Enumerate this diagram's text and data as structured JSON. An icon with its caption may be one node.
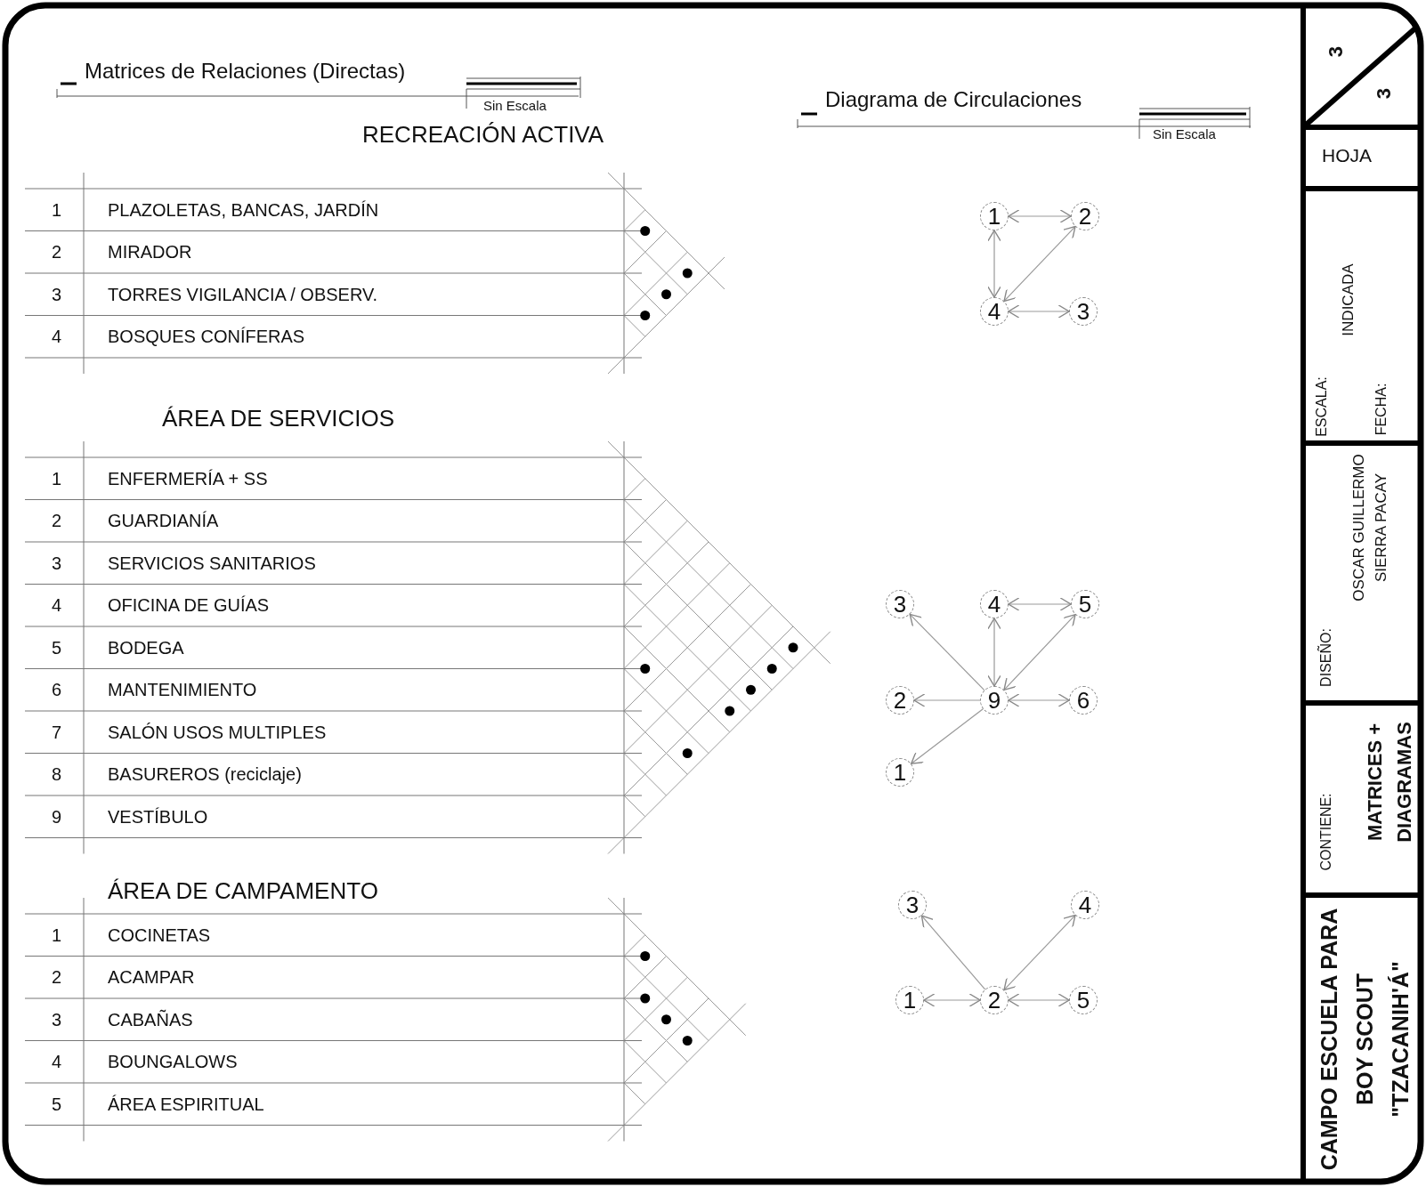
{
  "diagram": {
    "nodes": [
      {
        "text": [
          "1"
        ]
      },
      {
        "text": [
          "2"
        ]
      },
      {
        "text": [
          "4"
        ]
      },
      {
        "text": [
          "3"
        ]
      },
      {
        "text": [
          "3"
        ]
      },
      {
        "text": [
          "4"
        ]
      },
      {
        "text": [
          "5"
        ]
      },
      {
        "text": [
          "2"
        ]
      },
      {
        "text": [
          "9"
        ]
      },
      {
        "text": [
          "6"
        ]
      },
      {
        "text": [
          "1"
        ]
      },
      {
        "text": [
          "3"
        ]
      },
      {
        "text": [
          "4"
        ]
      },
      {
        "text": [
          "1"
        ]
      },
      {
        "text": [
          "2"
        ]
      },
      {
        "text": [
          "5"
        ]
      }
    ],
    "edges": [
      {
        "from": 0,
        "to": 1,
        "arrow": "both"
      },
      {
        "from": 0,
        "to": 2,
        "arrow": "both"
      },
      {
        "from": 1,
        "to": 2,
        "arrow": "both"
      },
      {
        "from": 2,
        "to": 3,
        "arrow": "both"
      },
      {
        "from": 5,
        "to": 6,
        "arrow": "both"
      },
      {
        "from": 8,
        "to": 5,
        "arrow": "both"
      },
      {
        "from": 8,
        "to": 6,
        "arrow": "both"
      },
      {
        "from": 8,
        "to": 9,
        "arrow": "both"
      },
      {
        "from": 8,
        "to": 4,
        "arrow": "to"
      },
      {
        "from": 8,
        "to": 7,
        "arrow": "to"
      },
      {
        "from": 8,
        "to": 10,
        "arrow": "to"
      },
      {
        "from": 14,
        "to": 11,
        "arrow": "to"
      },
      {
        "from": 14,
        "to": 12,
        "arrow": "both"
      },
      {
        "from": 13,
        "to": 14,
        "arrow": "both"
      },
      {
        "from": 14,
        "to": 15,
        "arrow": "both"
      }
    ],
    "labels": [
      "Matrices de Relaciones (Directas)",
      "Sin Escala",
      "Diagrama de Circulaciones",
      "Sin Escala",
      "RECREACIÓN ACTIVA",
      "1",
      "PLAZOLETAS, BANCAS, JARDÍN",
      "2",
      "MIRADOR",
      "3",
      "TORRES VIGILANCIA / OBSERV.",
      "4",
      "BOSQUES CONÍFERAS",
      "ÁREA DE SERVICIOS",
      "1",
      "ENFERMERÍA + SS",
      "2",
      "GUARDIANÍA",
      "3",
      "SERVICIOS SANITARIOS",
      "4",
      "OFICINA DE GUÍAS",
      "5",
      "BODEGA",
      "6",
      "MANTENIMIENTO",
      "7",
      "SALÓN USOS MULTIPLES",
      "8",
      "BASUREROS (reciclaje)",
      "9",
      "VESTÍBULO",
      "ÁREA DE CAMPAMENTO",
      "1",
      "COCINETAS",
      "2",
      "ACAMPAR",
      "3",
      "CABAÑAS",
      "4",
      "BOUNGALOWS",
      "5",
      "ÁREA ESPIRITUAL",
      "3",
      "3",
      "HOJA",
      "ESCALA:",
      "INDICADA",
      "FECHA:",
      "DISEÑO:",
      "OSCAR GUILLERMO SIERRA PACAY",
      "CONTIENE:",
      "MATRICES + DIAGRAMAS",
      "CAMPO ESCUELA PARA BOY SCOUT \"TZACANIH'Á\""
    ]
  }
}
